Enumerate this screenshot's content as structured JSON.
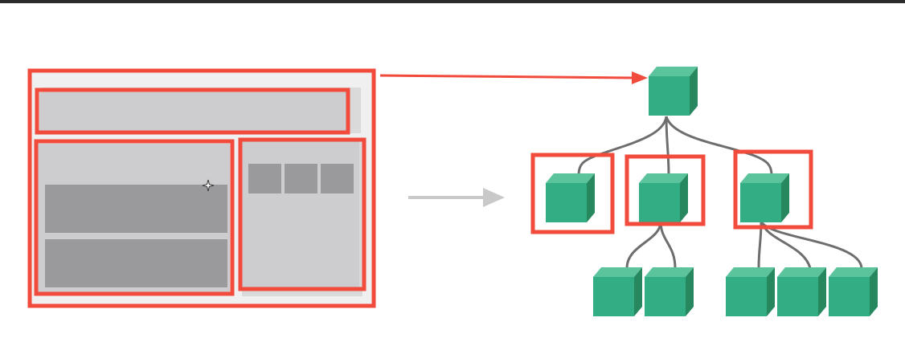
{
  "colors": {
    "highlight": "#f04b3c",
    "page_bg": "#f0f0f0",
    "panel": "#cdcccf",
    "panel_shadow": "#dadada",
    "block": "#9a9a9c",
    "arrow": "#c9c9c9",
    "cube_top": "#5cc49c",
    "cube_front": "#33ad83",
    "cube_side": "#27885f",
    "tree_line": "#6e6e6e"
  },
  "icons": {
    "cursor": "crosshair-cursor-icon",
    "arrow": "right-arrow-icon",
    "node": "cube-icon"
  },
  "tree": {
    "root": "component-root",
    "children": [
      {
        "id": "component-a",
        "children": [
          "component-a1",
          "component-a2"
        ],
        "highlighted": true
      },
      {
        "id": "component-b",
        "children": [],
        "highlighted": true
      },
      {
        "id": "component-c",
        "children": [
          "component-c1",
          "component-c2",
          "component-c3"
        ],
        "highlighted": true
      }
    ]
  }
}
